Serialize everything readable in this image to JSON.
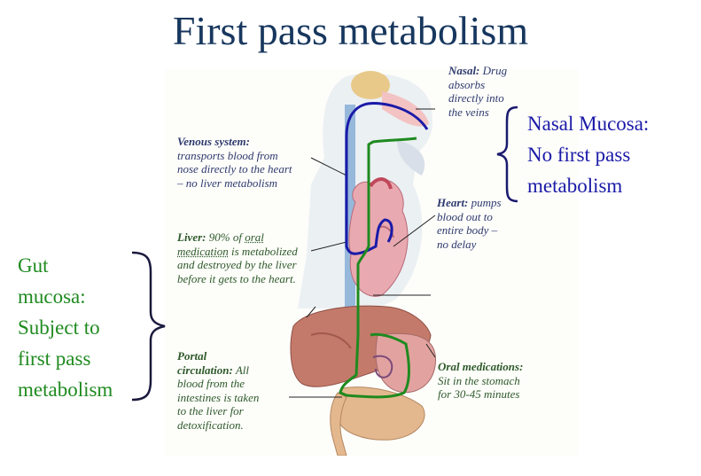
{
  "title": "First pass metabolism",
  "captions": {
    "nasal": {
      "head": "Nasal:",
      "lines": [
        "Drug",
        "absorbs",
        "directly into",
        "the veins"
      ]
    },
    "venous": {
      "head": "Venous system:",
      "lines": [
        "transports blood from",
        "nose directly to the heart",
        "– no liver metabolism"
      ]
    },
    "heart": {
      "head": "Heart:",
      "lines": [
        "pumps",
        "blood out to",
        "entire body –",
        "no delay"
      ]
    },
    "liver": {
      "head": "Liver:",
      "text1": "90% of",
      "text1u": "oral",
      "line2u": "medication",
      "line2": " is metabolized",
      "lines": [
        "and destroyed by the liver",
        "before it gets to the heart."
      ]
    },
    "portal": {
      "head1": "Portal",
      "head2": "circulation:",
      "head2rest": "All",
      "lines": [
        "blood from the",
        "intestines is taken",
        "to the liver for",
        "detoxification."
      ]
    },
    "oral": {
      "head": "Oral medications:",
      "lines": [
        "Sit in the stomach",
        "for 30-45 minutes"
      ]
    }
  },
  "nasal_note": {
    "lines": [
      "Nasal Mucosa:",
      "No first pass",
      "metabolism"
    ]
  },
  "gut_note": {
    "lines": [
      "Gut",
      "mucosa:",
      "Subject to",
      "first pass",
      "metabolism"
    ]
  },
  "colors": {
    "title": "#17375e",
    "nasal_path": "#1a1aa8",
    "gut_path": "#1f8a1f"
  }
}
